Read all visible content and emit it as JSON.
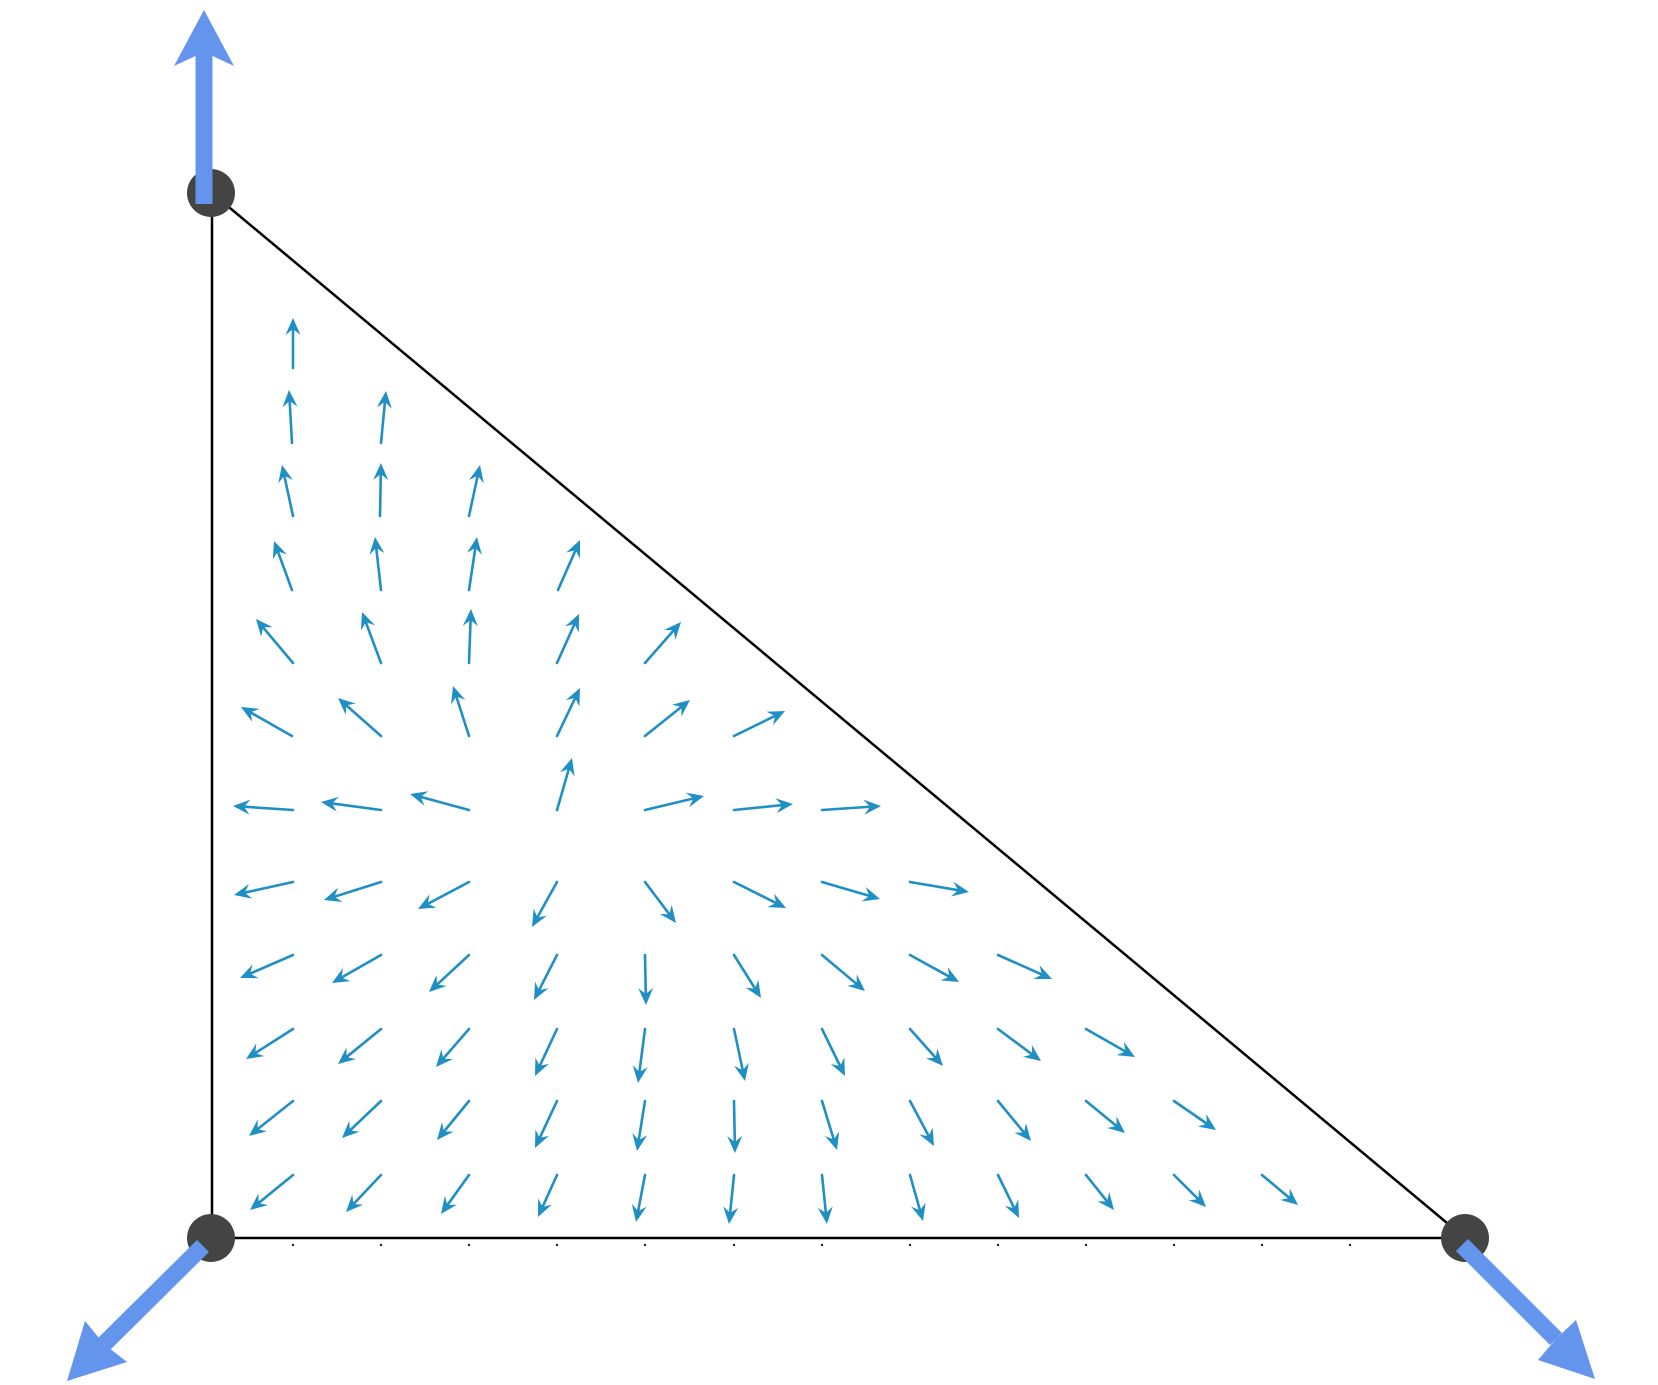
{
  "diagram": {
    "type": "vector-field-on-triangle",
    "colors": {
      "background": "#ffffff",
      "edge": "#000000",
      "vertex": "#444444",
      "vertex_arrow": "#6495ed",
      "field_arrow": "#1f8fc4"
    },
    "vertices": [
      {
        "name": "top",
        "direction_icon": "arrow-up-icon"
      },
      {
        "name": "bottom-left",
        "direction_icon": "arrow-down-left-icon"
      },
      {
        "name": "bottom-right",
        "direction_icon": "arrow-down-right-icon"
      }
    ]
  }
}
